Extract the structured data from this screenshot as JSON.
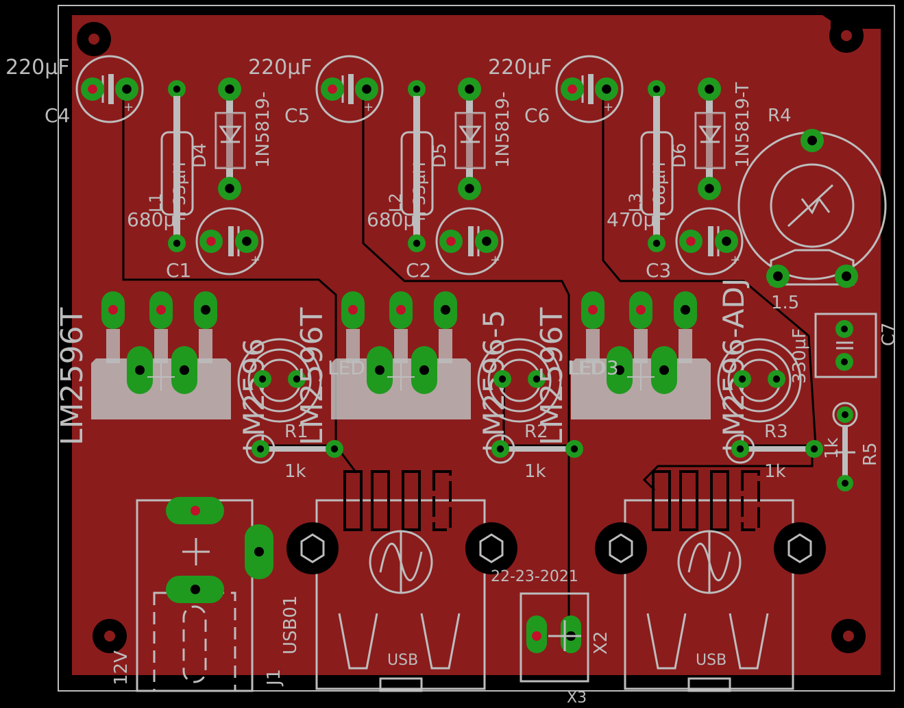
{
  "colors": {
    "background": "#000000",
    "board": "#8b1c1c",
    "copper": "#1f9a1f",
    "silkscreen": "#bdbdbd",
    "drill": "#c0102a"
  },
  "capacitors_input": [
    {
      "ref": "C4",
      "value": "220µF"
    },
    {
      "ref": "C5",
      "value": "220µF"
    },
    {
      "ref": "C6",
      "value": "220µF"
    }
  ],
  "capacitors_output": [
    {
      "ref": "C1",
      "value": "680µF"
    },
    {
      "ref": "C2",
      "value": "680µF"
    },
    {
      "ref": "C3",
      "value": "470µF"
    }
  ],
  "diodes": [
    {
      "ref": "D4",
      "value": "1N5819-"
    },
    {
      "ref": "D5",
      "value": "1N5819-"
    },
    {
      "ref": "D6",
      "value": "1N5819-T"
    }
  ],
  "inductors": [
    {
      "ref": "L1",
      "value": "33µH"
    },
    {
      "ref": "L2",
      "value": "33µH"
    },
    {
      "ref": "L3",
      "value": "68µH"
    }
  ],
  "regulators": [
    {
      "label": "LM2596T",
      "part": "LM2596"
    },
    {
      "label": "LM2596T",
      "part": "LM2596-5"
    },
    {
      "label": "LM2596T",
      "part": "LM2596-ADJ"
    }
  ],
  "leds": [
    "LED1",
    "LED2",
    "LED3"
  ],
  "resistors": [
    {
      "ref": "R1",
      "value": "1k"
    },
    {
      "ref": "R2",
      "value": "1k"
    },
    {
      "ref": "R3",
      "value": "1k"
    },
    {
      "ref": "R5",
      "value": "1k"
    }
  ],
  "trimmer": {
    "ref": "R4",
    "value": "1.5"
  },
  "cap_c7": {
    "ref": "C7",
    "value": "330µF"
  },
  "power_jack": {
    "ref": "J1",
    "label": "12V"
  },
  "usb": {
    "ref": "USB01",
    "label": "USB"
  },
  "connector_x2": {
    "ref": "X2",
    "ref_bottom": "X3"
  },
  "date": "22-23-2021"
}
